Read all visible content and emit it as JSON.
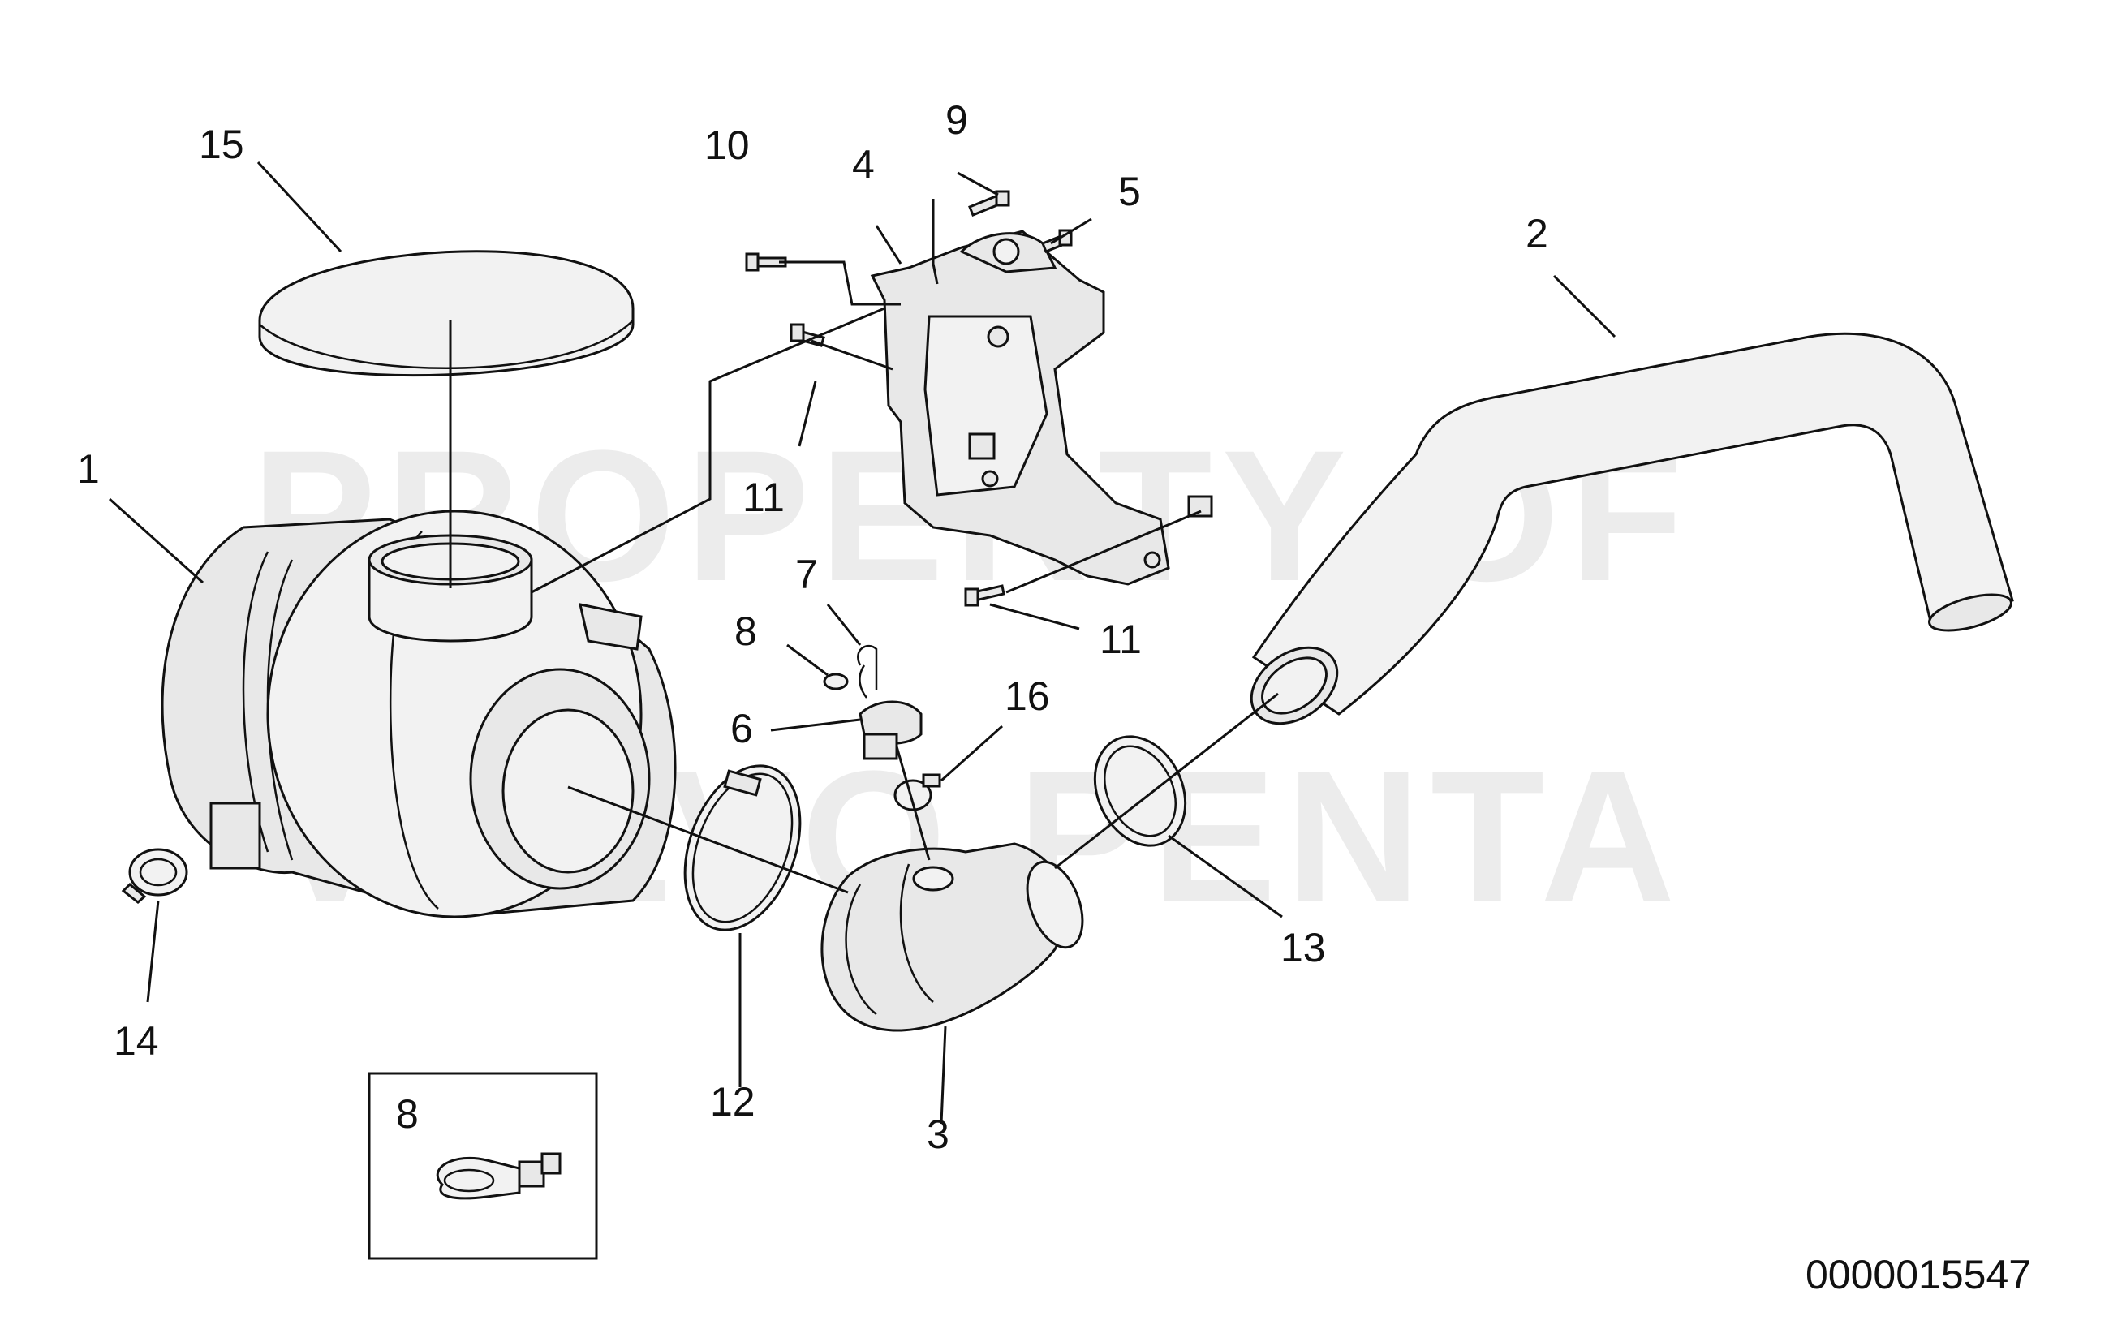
{
  "watermark": {
    "line1": "PROPERTY OF",
    "line2": "VOLVO PENTA"
  },
  "document_number": "0000015547",
  "callouts": {
    "c1": "1",
    "c2": "2",
    "c3": "3",
    "c4": "4",
    "c5": "5",
    "c6": "6",
    "c7": "7",
    "c8": "8",
    "c9": "9",
    "c10": "10",
    "c11a": "11",
    "c11b": "11",
    "c12": "12",
    "c13": "13",
    "c14": "14",
    "c15": "15",
    "c16": "16",
    "inset8": "8"
  }
}
